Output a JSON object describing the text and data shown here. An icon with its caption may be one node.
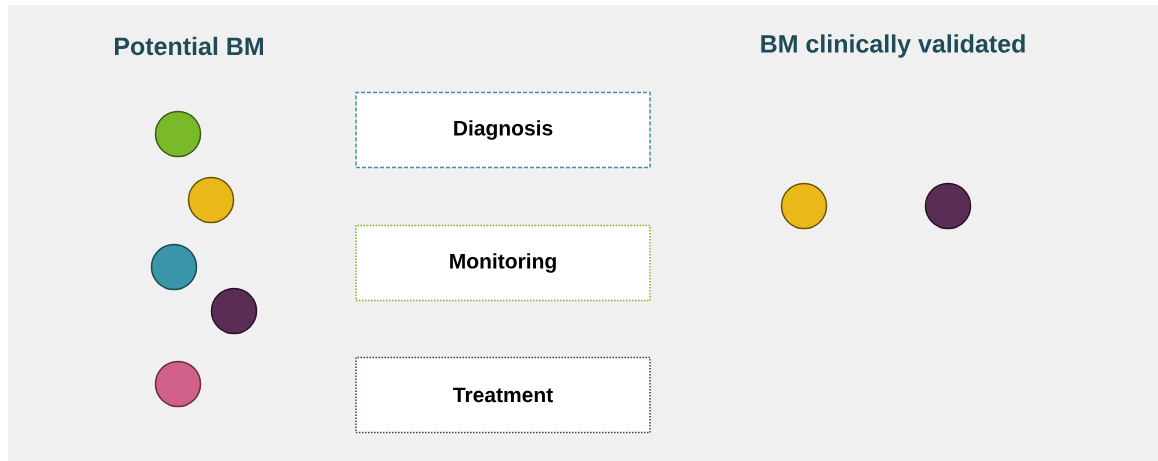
{
  "diagram": {
    "nodes": [
      {
        "text": [],
        "shape": "circle"
      },
      {
        "text": [],
        "shape": "circle"
      },
      {
        "text": [],
        "shape": "circle"
      },
      {
        "text": [],
        "shape": "circle"
      },
      {
        "text": [],
        "shape": "circle"
      },
      {
        "text": [
          "Diagnosis"
        ]
      },
      {
        "text": [
          "Monitoring"
        ]
      },
      {
        "text": [
          "Treatment"
        ]
      },
      {
        "text": [],
        "shape": "circle"
      },
      {
        "text": [],
        "shape": "circle"
      }
    ],
    "labels": [
      "Potential BM",
      "BM clinically validated"
    ]
  }
}
